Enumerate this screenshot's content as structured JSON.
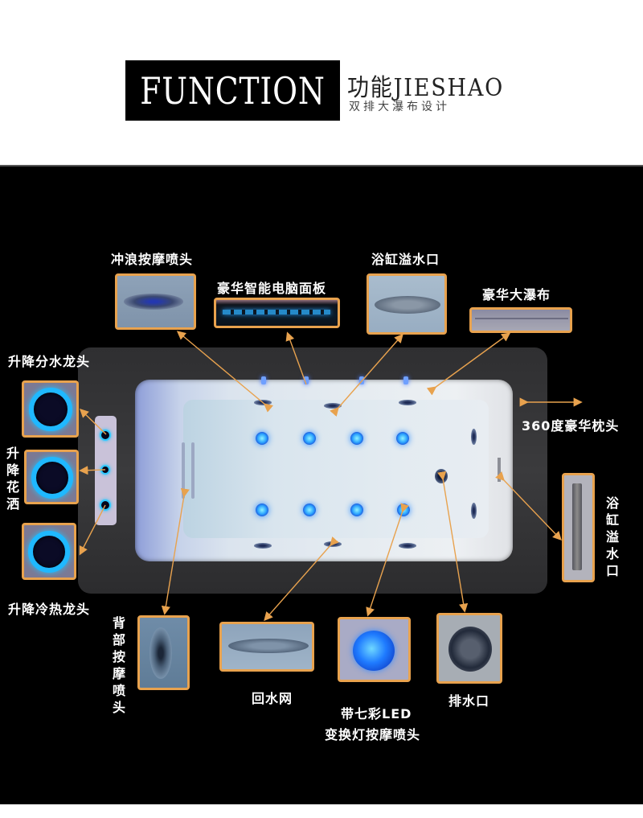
{
  "header": {
    "badge": "FUNCTION",
    "title": "功能JIESHAO",
    "subtitle": "双排大瀑布设计"
  },
  "colors": {
    "accent_orange": "#e8a24e",
    "led_blue": "#2fa7ff",
    "panel_bg": "#000000",
    "deck": "#333335"
  },
  "callouts": {
    "surf_jet": "冲浪按摩喷头",
    "control_panel": "豪华智能电脑面板",
    "overflow_top": "浴缸溢水口",
    "waterfall": "豪华大瀑布",
    "diverter_faucet": "升降分水龙头",
    "shower": "升降花洒",
    "hot_cold_faucet": "升降冷热龙头",
    "pillow": "360度豪华枕头",
    "overflow_side": "浴缸溢水口",
    "back_jet": "背部按摩喷头",
    "return_net": "回水网",
    "led_jet_line1": "带七彩LED",
    "led_jet_line2": "变换灯按摩喷头",
    "drain": "排水口"
  },
  "icons": {
    "surf_jet": "jet-nozzle-icon",
    "control_panel": "led-control-panel-icon",
    "overflow": "overflow-drain-icon",
    "waterfall": "waterfall-spout-icon",
    "faucet": "faucet-ring-icon",
    "back_jet": "back-jet-icon",
    "return_net": "return-net-icon",
    "led_jet": "led-jet-icon",
    "drain": "drain-icon"
  }
}
